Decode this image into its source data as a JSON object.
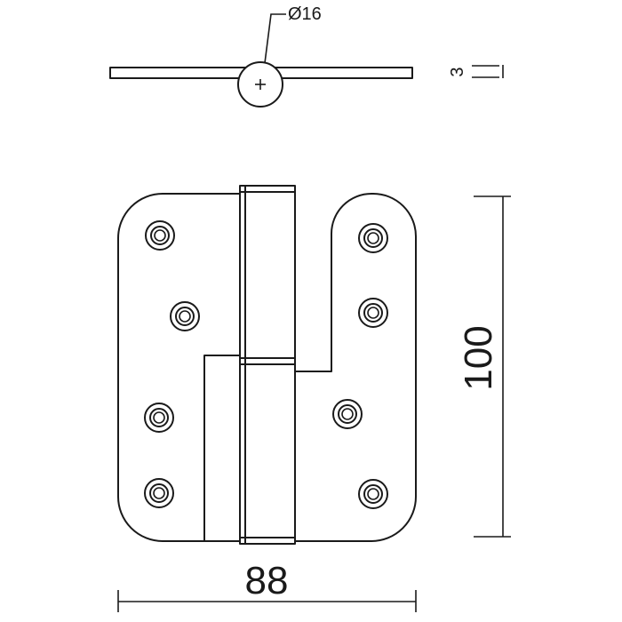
{
  "dimensions": {
    "pin_diameter": "Ø16",
    "leaf_thickness": "3",
    "height": "100",
    "width": "88"
  },
  "screw_holes": {
    "left_leaf_count": 4,
    "right_leaf_count": 4
  },
  "colors": {
    "line": "#1a1a1a",
    "background": "#ffffff"
  }
}
